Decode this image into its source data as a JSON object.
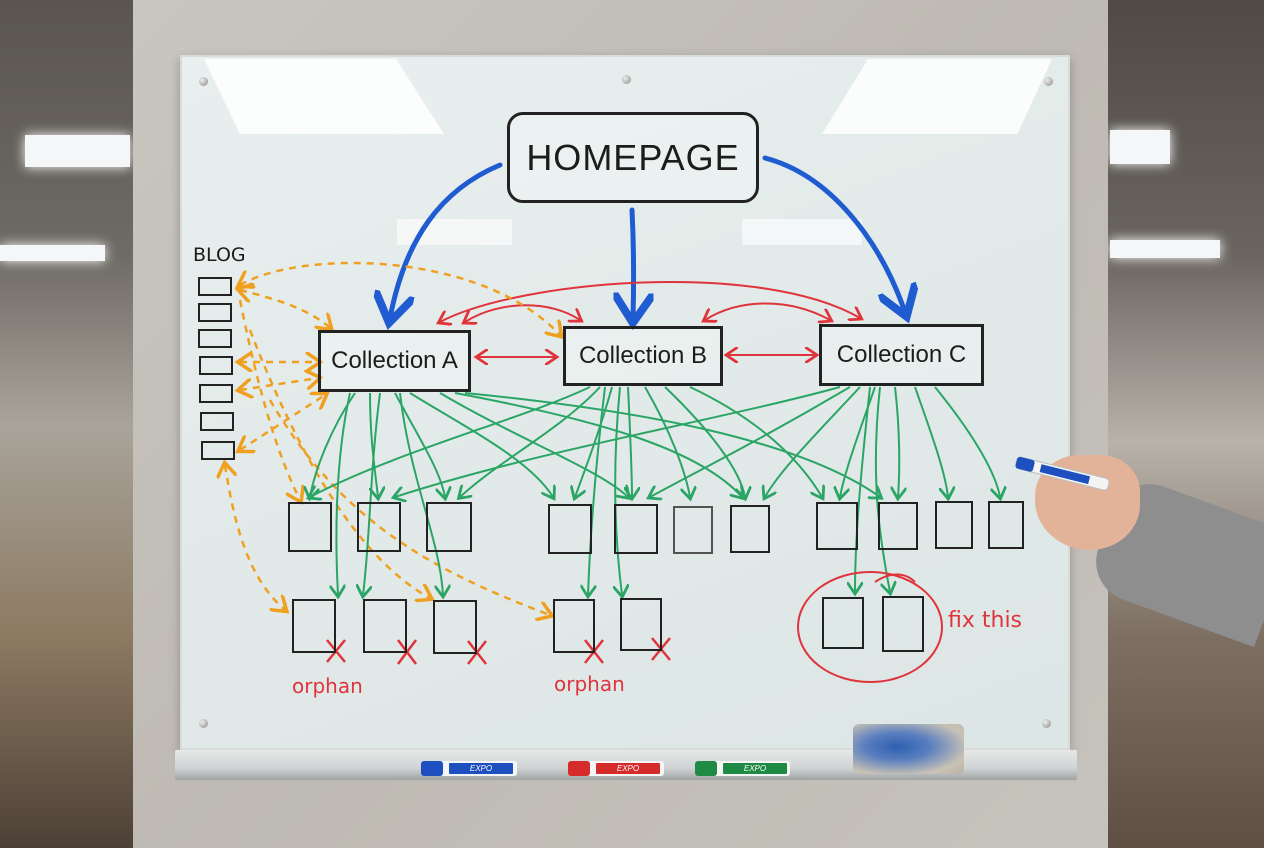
{
  "scene": {
    "description": "Whiteboard in office showing a website internal-linking diagram",
    "colors": {
      "blue_marker": "#1f5bd1",
      "red_marker": "#e0343c",
      "green_marker": "#2aa565",
      "orange_marker": "#f0a020",
      "black_marker": "#1c1c1c"
    }
  },
  "board": {
    "homepage_label": "HOMEPAGE",
    "collections": [
      {
        "label": "Collection A"
      },
      {
        "label": "Collection B"
      },
      {
        "label": "Collection C"
      }
    ],
    "blog_label": "BLOG",
    "blog_post_count": 7,
    "product_row_1_count": 11,
    "product_row_2_count": 7,
    "annotations": {
      "orphan_left": "orphan",
      "orphan_right": "orphan",
      "fix_note": "fix this"
    }
  },
  "tray": {
    "markers": [
      {
        "color": "#1e4fbf",
        "label": "EXPO"
      },
      {
        "color": "#d62b2b",
        "label": "EXPO"
      },
      {
        "color": "#1f8a44",
        "label": "EXPO"
      }
    ],
    "eraser": "whiteboard-eraser"
  }
}
